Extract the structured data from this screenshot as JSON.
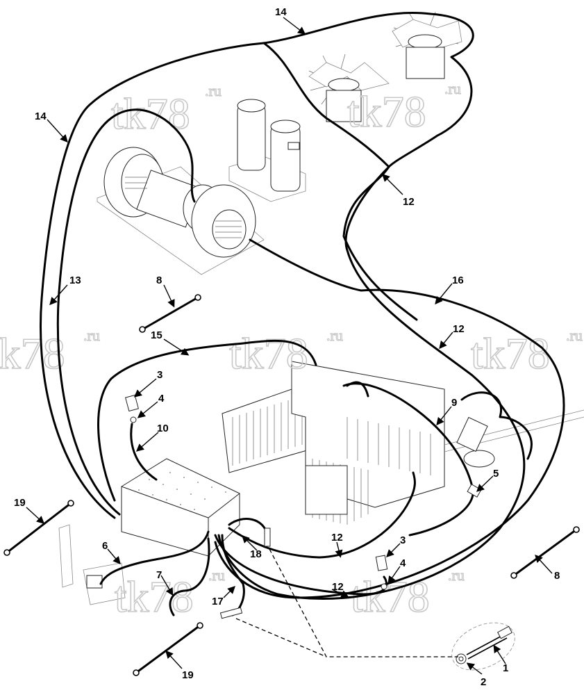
{
  "diagram": {
    "watermarks": [
      {
        "main": "tk78",
        "sup": ".ru"
      },
      {
        "main": "tk78",
        "sup": ".ru"
      },
      {
        "main": "tk78",
        "sup": ".ru"
      },
      {
        "main": "tk78",
        "sup": ".ru"
      },
      {
        "main": "tk78",
        "sup": ".ru"
      },
      {
        "main": "tk78",
        "sup": ".ru"
      },
      {
        "main": "tk78",
        "sup": ".ru"
      }
    ],
    "callouts": {
      "c1": "1",
      "c2": "2",
      "c3a": "3",
      "c3b": "3",
      "c4a": "4",
      "c4b": "4",
      "c5": "5",
      "c6": "6",
      "c7": "7",
      "c8a": "8",
      "c8b": "8",
      "c9": "9",
      "c10": "10",
      "c12a": "12",
      "c12b": "12",
      "c12c": "12",
      "c12d": "12",
      "c13": "13",
      "c14a": "14",
      "c14b": "14",
      "c15": "15",
      "c16": "16",
      "c17": "17",
      "c18": "18",
      "c19a": "19",
      "c19b": "19"
    }
  }
}
